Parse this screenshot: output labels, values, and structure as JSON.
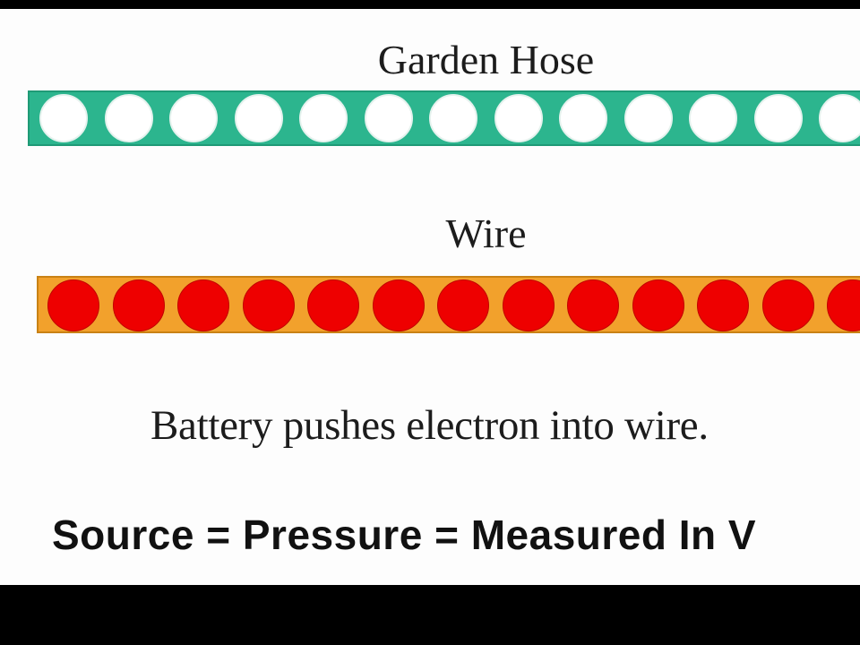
{
  "hose": {
    "title": "Garden Hose",
    "tube_color": "#2cb58e",
    "ball_color": "#ffffff",
    "visible_ball_count": 13
  },
  "wire": {
    "title": "Wire",
    "tube_color": "#f2a12c",
    "ball_color": "#ee0000",
    "visible_ball_count": 13
  },
  "caption": "Battery pushes electron into wire.",
  "formula": "Source = Pressure = Measured In V"
}
